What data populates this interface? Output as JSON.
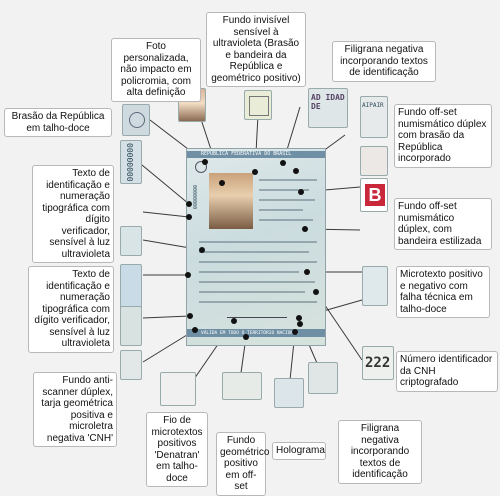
{
  "labels": {
    "foto": "Foto personalizada, não impacto em policromia, com alta definição",
    "fundo_uv": "Fundo invisível sensível à ultravioleta (Brasão e bandeira da República e geométrico positivo)",
    "filigrana_top": "Filigrana negativa incorporando textos de identificação",
    "brasao": "Brasão da República em talho-doce",
    "offset_brasao": "Fundo off-set numismático dúplex com brasão da República incorporado",
    "texto_uv_1": "Texto de identificação e numeração tipográfica com dígito verificador, sensível à luz ultravioleta",
    "offset_bandeira": "Fundo off-set numismático dúplex, com bandeira estilizada",
    "texto_uv_2": "Texto de identificação e numeração tipográfica com dígito verificador, sensível à luz ultravioleta",
    "microtexto": "Microtexto positivo e negativo com falha técnica em talho-doce",
    "numero_cnh": "Número identificador da CNH criptografado",
    "anti_scanner": "Fundo anti-scanner dúplex, tarja geométrica positiva e microletra negativa 'CNH'",
    "fio_microtextos": "Fio de microtextos positivos 'Denatran' em talho-doce",
    "fundo_geometrico": "Fundo geométrico positivo em off-set",
    "holograma": "Holograma",
    "filigrana_bottom": "Filigrana negativa incorporando textos de identificação"
  },
  "thumbs": {
    "offset_letters": "AIPAIR",
    "bandeira_letter": "B",
    "numero": "222",
    "doc_big": "AD IDAD DE"
  },
  "document": {
    "header": "REPÚBLICA FEDERATIVA DO BRASIL",
    "footer": "VÁLIDA EM TODO O TERRITÓRIO NACIONAL",
    "number": "00000000"
  },
  "colors": {
    "wire": "#3a3a3a",
    "doc_band": "#6f8fa4",
    "bandeira_red": "#c8283a"
  }
}
